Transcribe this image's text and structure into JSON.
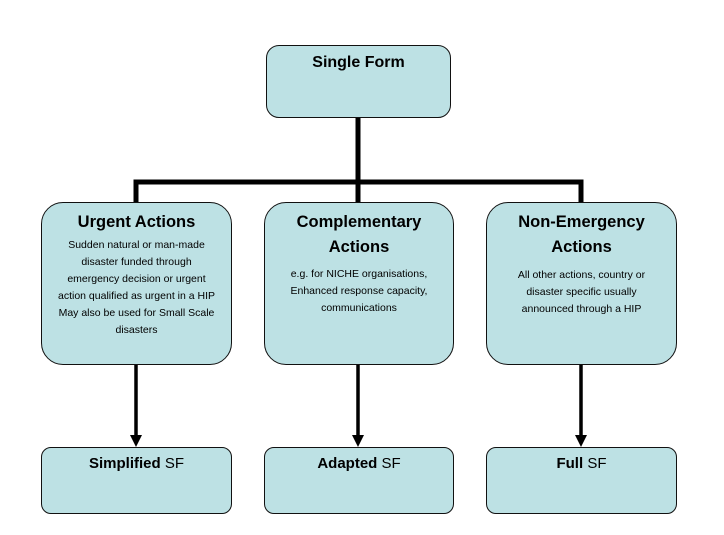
{
  "root": {
    "title": "Single Form"
  },
  "categories": [
    {
      "title": "Urgent Actions",
      "description": [
        "Sudden natural or man-made",
        "disaster funded through",
        "emergency decision or urgent",
        "action qualified as urgent in a HIP",
        "May also be used for Small Scale",
        "disasters"
      ]
    },
    {
      "title": [
        "Complementary",
        "Actions"
      ],
      "description": [
        "e.g. for NICHE organisations,",
        "Enhanced response capacity,",
        "communications"
      ]
    },
    {
      "title": [
        "Non-Emergency",
        "Actions"
      ],
      "description": [
        "All other actions, country or",
        "disaster specific usually",
        "announced through a HIP"
      ]
    }
  ],
  "outcomes": [
    {
      "bold": "Simplified",
      "suffix": " SF"
    },
    {
      "bold": "Adapted",
      "suffix": " SF"
    },
    {
      "bold": "Full",
      "suffix": " SF"
    }
  ],
  "colors": {
    "box_fill": "#bde1e4",
    "connector": "#000000"
  }
}
